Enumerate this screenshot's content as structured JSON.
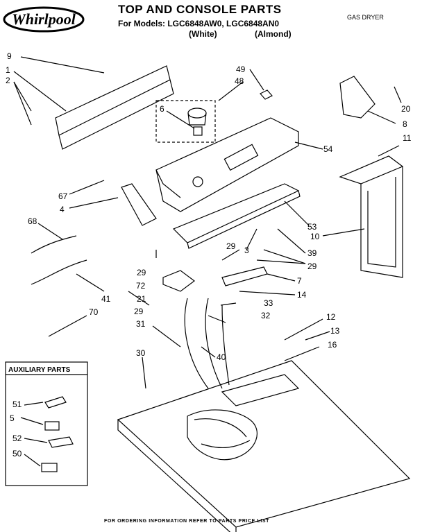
{
  "header": {
    "title": "TOP AND CONSOLE PARTS",
    "models": "For Models: LGC6848AW0, LGC6848AN0",
    "white": "(White)",
    "almond": "(Almond)",
    "product_type": "GAS DRYER"
  },
  "brand": {
    "logo_text": "Whirlpool"
  },
  "auxiliary": {
    "title": "AUXILIARY PARTS"
  },
  "footer": {
    "text": "FOR ORDERING INFORMATION REFER TO PARTS PRICE LIST"
  },
  "callouts": [
    "9",
    "1",
    "2",
    "49",
    "48",
    "6",
    "20",
    "8",
    "11",
    "54",
    "67",
    "4",
    "68",
    "53",
    "10",
    "3",
    "39",
    "29",
    "29",
    "29",
    "72",
    "7",
    "21",
    "14",
    "33",
    "41",
    "70",
    "29",
    "32",
    "31",
    "12",
    "13",
    "16",
    "30",
    "40",
    "51",
    "5",
    "52",
    "50"
  ],
  "colors": {
    "line": "#000000",
    "background": "#ffffff"
  }
}
